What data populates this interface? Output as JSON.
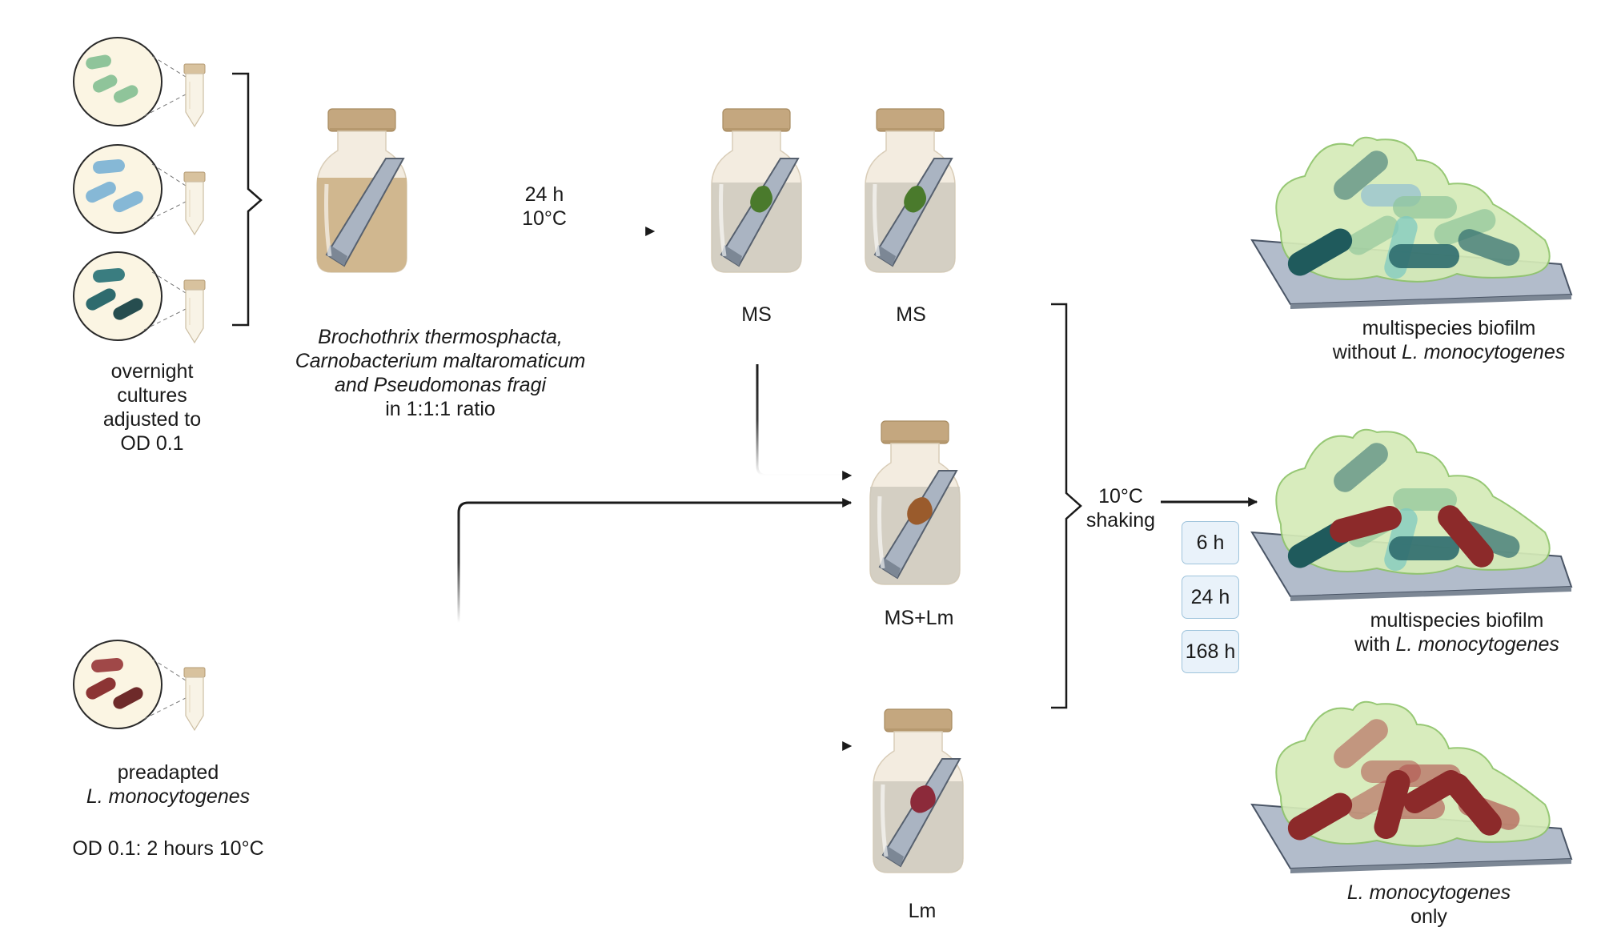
{
  "labels": {
    "overnight": [
      "overnight",
      "cultures",
      "adjusted to",
      "OD 0.1"
    ],
    "mix_species": [
      "Brochothrix thermosphacta,",
      "Carnobacterium maltaromaticum",
      "and Pseudomonas fragi"
    ],
    "mix_ratio": "in 1:1:1 ratio",
    "incubation_time": "24 h",
    "incubation_temp": "10°C",
    "ms_1": "MS",
    "ms_2": "MS",
    "ms_lm": "MS+Lm",
    "lm": "Lm",
    "preadapted": "preadapted",
    "lm_species": "L. monocytogenes",
    "preadapt_cond": "OD 0.1: 2 hours 10°C",
    "shaking_temp": "10°C",
    "shaking": "shaking",
    "times": [
      "6 h",
      "24 h",
      "168 h"
    ],
    "biofilm_ms_line1": "multispecies biofilm",
    "biofilm_ms_line2_prefix": "without ",
    "biofilm_ms_line2_species": "L. monocytogenes",
    "biofilm_mslm_line1": "multispecies biofilm",
    "biofilm_mslm_line2_prefix": "with ",
    "biofilm_mslm_line2_species": "L. monocytogenes",
    "biofilm_lm_species": "L. monocytogenes",
    "biofilm_lm_suffix": "only"
  },
  "colors": {
    "bacterium_green": "#8fc49a",
    "bacterium_blue": "#86b8d6",
    "bacterium_teal": "#2e6b6e",
    "bacterium_red": "#8c2a2a",
    "dish_fill": "#fbf5e3",
    "bottle_cap": "#c4a77f",
    "medium_brown": "#cdb48a",
    "medium_clear": "#ccc8bc",
    "slide": "#aab4c2",
    "biofilm_matrix": "#d5ebb8",
    "time_box": "#e9f2fa"
  }
}
